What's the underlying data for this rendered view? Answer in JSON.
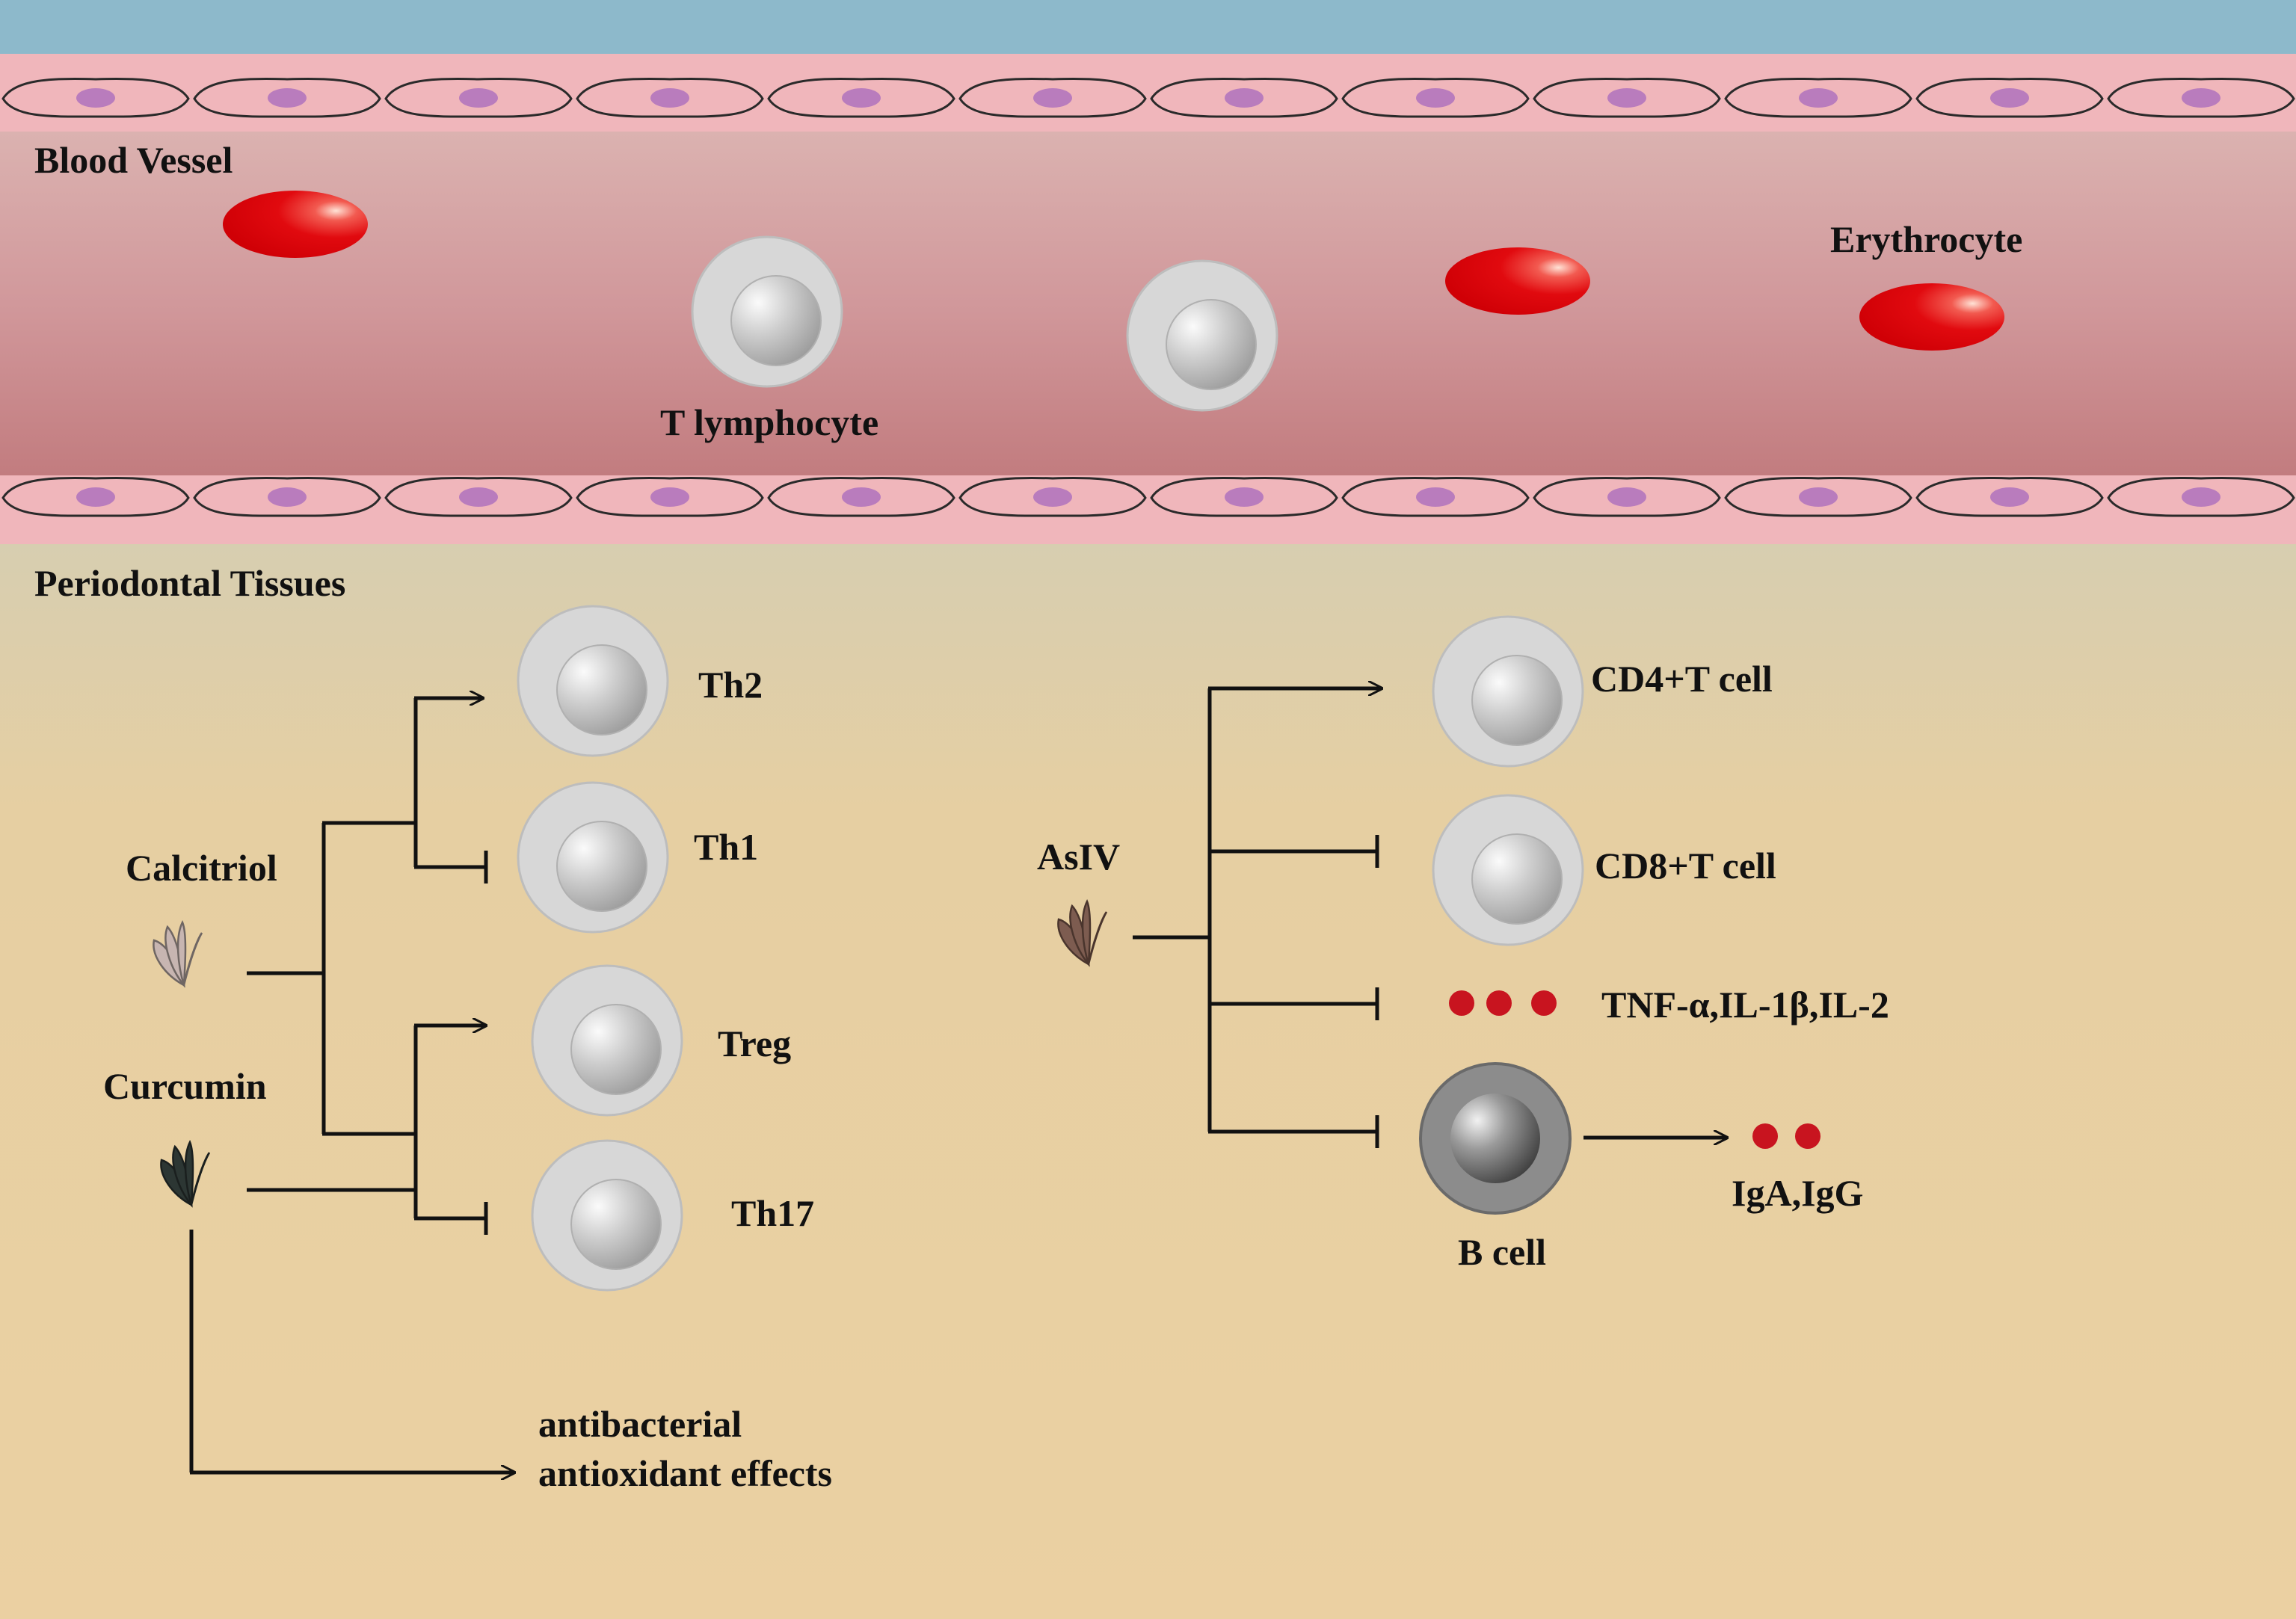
{
  "regions": {
    "blood_vessel_label": "Blood Vessel",
    "periodontal_label": "Periodontal Tissues"
  },
  "vessel": {
    "erythrocyte_label": "Erythrocyte",
    "t_lymphocyte_label": "T lymphocyte"
  },
  "left_panel": {
    "drug_1": "Calcitriol",
    "drug_2": "Curcumin",
    "targets": [
      "Th2",
      "Th1",
      "Treg",
      "Th17"
    ],
    "effect_line_1": "antibacterial",
    "effect_line_2": "antioxidant effects"
  },
  "right_panel": {
    "drug": "AsIV",
    "targets": [
      "CD4+T cell",
      "CD8+T cell",
      "TNF-α,IL-1β,IL-2",
      "B cell"
    ],
    "product": "IgA,IgG"
  },
  "colors": {
    "sky_band": "#8db9cb",
    "vessel_wall": "#f0b6bb",
    "endothelial_nucleus": "#b97cbd",
    "erythrocyte": "#e1060b",
    "cytokine_dot": "#c8141f",
    "t_cell": "#d7d7d7",
    "b_cell": "#8c8c8c",
    "calcitriol_icon": "#c7b5b1",
    "curcumin_icon": "#2c3633",
    "asiv_icon": "#7d5c50"
  }
}
